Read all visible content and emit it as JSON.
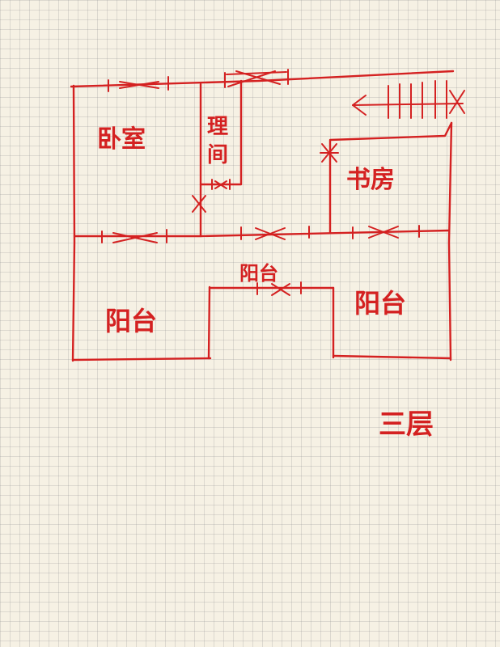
{
  "labels": {
    "bedroom": "卧室",
    "storage_1": "理",
    "storage_2": "间",
    "study": "书房",
    "balcony_left": "阳台",
    "balcony_middle": "阳台",
    "balcony_right": "阳台",
    "floor": "三层"
  },
  "colors": {
    "ink": "#d42121",
    "paper": "#f6f1e4",
    "grid": "#969696"
  }
}
